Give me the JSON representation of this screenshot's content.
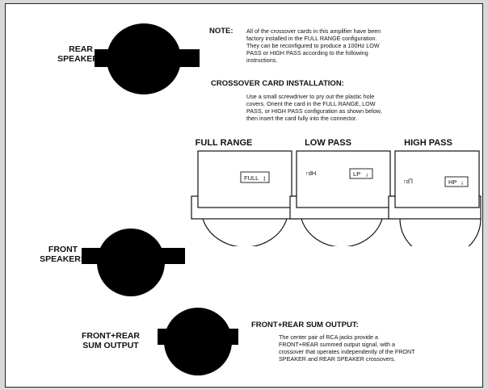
{
  "rear": {
    "label_line1": "REAR",
    "label_line2": "SPEAKERS"
  },
  "front": {
    "label_line1": "FRONT",
    "label_line2": "SPEAKERS"
  },
  "sum": {
    "label_line1": "FRONT+REAR",
    "label_line2": "SUM OUTPUT"
  },
  "note": {
    "heading": "NOTE:",
    "lines": [
      "All of the crossover cards in this amplifier have been",
      "factory installed in the FULL  RANGE configuration.",
      "They can be reconfigured to produce a 100Hz LOW",
      "PASS or HIGH PASS according to the following",
      "instructions."
    ]
  },
  "install": {
    "heading": "CROSSOVER CARD INSTALLATION:",
    "lines": [
      "Use a small screwdriver to pry out the plastic hole",
      "covers. Orient the card in the FULL RANGE, LOW",
      "PASS, or HIGH PASS configuration as shown below,",
      "then insert the card fully into the connector."
    ]
  },
  "cards": [
    {
      "title": "FULL RANGE",
      "tag": "FULL",
      "tag_arrow": "↕",
      "side": ""
    },
    {
      "title": "LOW PASS",
      "tag": "LP",
      "tag_arrow": "↓",
      "side": "↑dH"
    },
    {
      "title": "HIGH PASS",
      "tag": "HP",
      "tag_arrow": "↓",
      "side": "↑dꞀ"
    }
  ],
  "sum_output": {
    "heading": "FRONT+REAR SUM OUTPUT:",
    "lines": [
      "The center pair of RCA jacks provide a",
      "FRONT+REAR summed output signal, with a",
      "crossover that operates independently of the FRONT",
      "SPEAKER and REAR SPEAKER crossovers."
    ]
  },
  "colors": {
    "ink": "#111111",
    "paper": "#ffffff",
    "background": "#d9d9d9"
  }
}
